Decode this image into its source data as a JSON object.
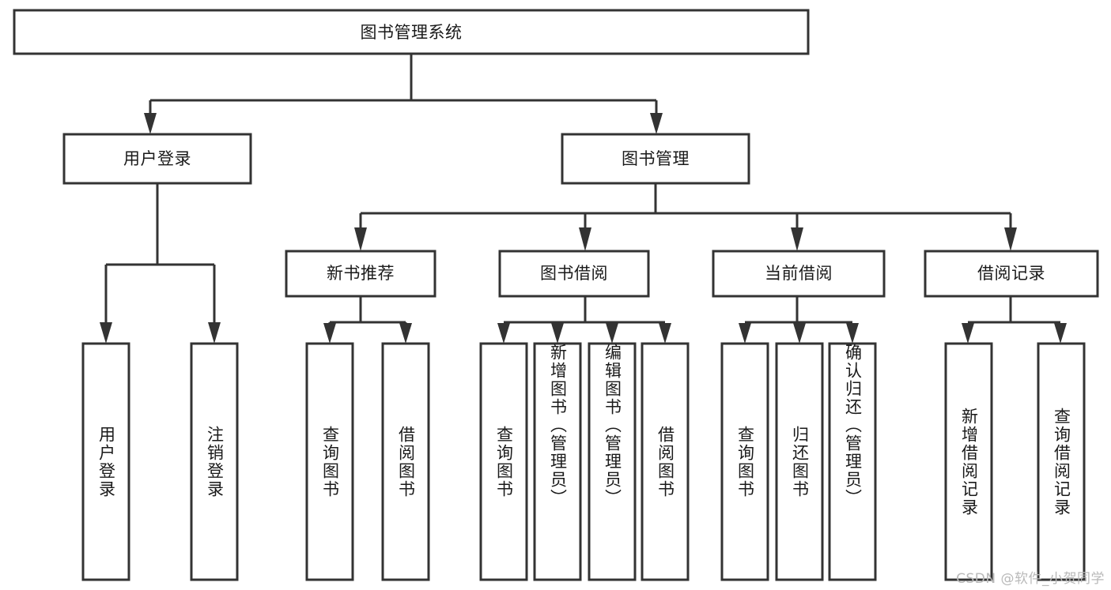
{
  "diagram": {
    "type": "tree",
    "title": "图书管理系统",
    "root": {
      "label": "图书管理系统"
    },
    "level2": [
      {
        "label": "用户登录"
      },
      {
        "label": "图书管理"
      }
    ],
    "level3": [
      {
        "label": "新书推荐"
      },
      {
        "label": "图书借阅"
      },
      {
        "label": "当前借阅"
      },
      {
        "label": "借阅记录"
      }
    ],
    "leaves": {
      "user_login": [
        "用户登录",
        "注销登录"
      ],
      "new_book_recommend": [
        "查询图书",
        "借阅图书"
      ],
      "book_borrow": [
        "查询图书",
        "新增图书（管理员）",
        "编辑图书（管理员）",
        "借阅图书"
      ],
      "current_borrow": [
        "查询图书",
        "归还图书",
        "确认归还（管理员）"
      ],
      "borrow_record": [
        "新增借阅记录",
        "查询借阅记录"
      ]
    },
    "colors": {
      "stroke": "#333333",
      "fill": "#ffffff",
      "text": "#1a1a1a",
      "watermark": "#b9b9b9"
    }
  },
  "watermark": {
    "text": "CSDN @软件_小贺同学"
  }
}
